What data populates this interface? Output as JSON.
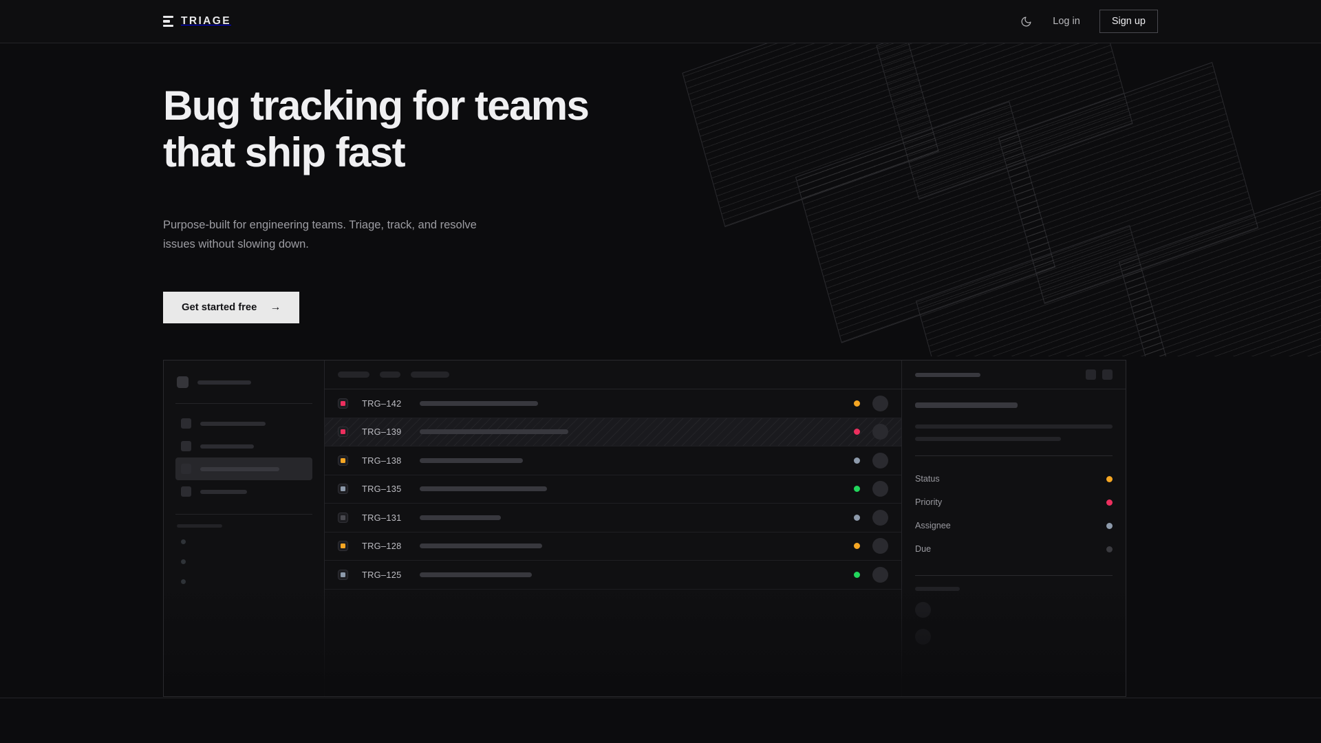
{
  "header": {
    "brand": "TRIAGE",
    "brand_icon": "stacked-bars-logo-icon",
    "theme_toggle_icon": "moon-icon",
    "login_label": "Log in",
    "signup_label": "Sign up"
  },
  "hero": {
    "heading_line1": "Bug tracking for teams",
    "heading_line2": "that ship fast",
    "subheading": "Purpose-built for engineering teams. Triage, track, and resolve issues without slowing down.",
    "cta_label": "Get started free",
    "cta_arrow": "→"
  },
  "colors": {
    "page_bg": "#0c0c0e",
    "panel_bg": "#101012",
    "border": "#242428",
    "text_primary": "#f0f0f2",
    "text_muted": "#9d9da3",
    "accent_light": "#e9e9e9",
    "priority_urgent": "#ec2f5e",
    "priority_high": "#f5a623",
    "priority_medium": "#8d9aab",
    "priority_low": "#4a4a50",
    "status_orange": "#f5a623",
    "status_pink": "#ec2f5e",
    "status_blue": "#8d9aab",
    "status_green": "#22d65c",
    "status_dim": "#3a3a3f"
  },
  "mockup": {
    "sidebar": {
      "workspace_skeleton_width": 78,
      "nav_items": [
        {
          "name": "nav-item-1",
          "width": 95,
          "active": false
        },
        {
          "name": "nav-item-2",
          "width": 78,
          "active": false
        },
        {
          "name": "nav-item-3",
          "width": 115,
          "active": true
        },
        {
          "name": "nav-item-4",
          "width": 68,
          "active": false
        }
      ],
      "sub_items": [
        {
          "name": "sub-item-1"
        },
        {
          "name": "sub-item-2"
        },
        {
          "name": "sub-item-3"
        }
      ]
    },
    "list": {
      "toolbar_chips": [
        46,
        30,
        56
      ],
      "rows": [
        {
          "id": "TRG–142",
          "priority": "#ec2f5e",
          "status": "#f5a623",
          "title_width": 172,
          "selected": false
        },
        {
          "id": "TRG–139",
          "priority": "#ec2f5e",
          "status": "#ec2f5e",
          "title_width": 216,
          "selected": true
        },
        {
          "id": "TRG–138",
          "priority": "#f5a623",
          "status": "#8d9aab",
          "title_width": 150,
          "selected": false
        },
        {
          "id": "TRG–135",
          "priority": "#8d9aab",
          "status": "#22d65c",
          "title_width": 185,
          "selected": false
        },
        {
          "id": "TRG–131",
          "priority": "#4a4a50",
          "status": "#8d9aab",
          "title_width": 118,
          "selected": false
        },
        {
          "id": "TRG–128",
          "priority": "#f5a623",
          "status": "#f5a623",
          "title_width": 178,
          "selected": false
        },
        {
          "id": "TRG–125",
          "priority": "#8d9aab",
          "status": "#22d65c",
          "title_width": 163,
          "selected": false
        }
      ]
    },
    "detail": {
      "title_skeleton_width": 95,
      "desc_skeleton_widths": [
        149,
        287,
        212
      ],
      "meta": [
        {
          "label": "Status",
          "dot": "#f5a623"
        },
        {
          "label": "Priority",
          "dot": "#ec2f5e"
        },
        {
          "label": "Assignee",
          "dot": "#8d9aab"
        },
        {
          "label": "Due",
          "dot": "#3a3a3f"
        }
      ],
      "activity_label_width": 65,
      "activity_count": 2
    }
  }
}
